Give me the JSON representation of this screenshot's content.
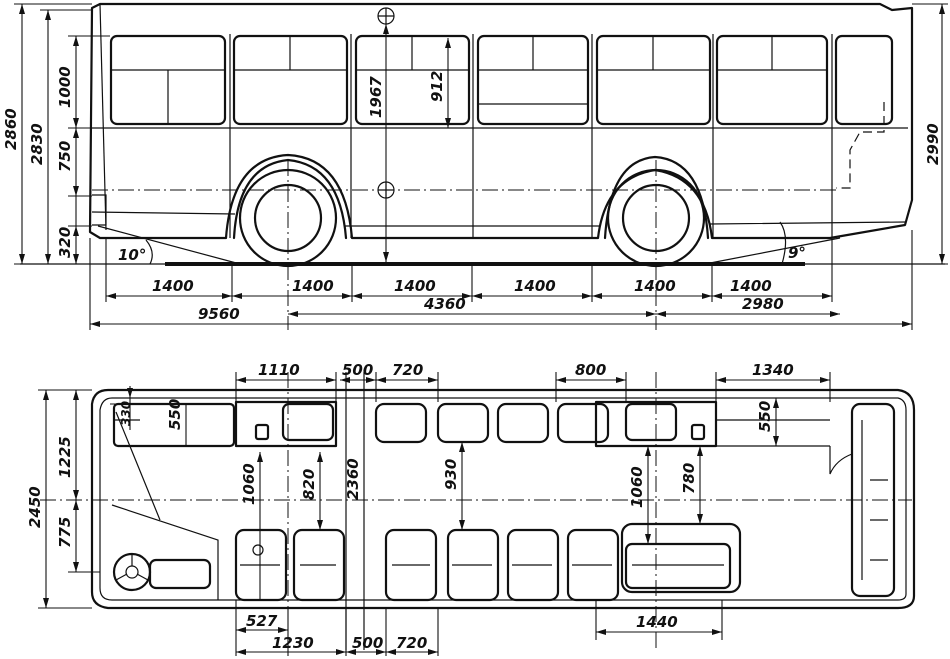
{
  "side_view": {
    "heights": {
      "total_roof": "2860",
      "to_roof_line": "2830",
      "window": "1000",
      "belt": "750",
      "floor_clearance": "320",
      "rear_height": "2990",
      "door_1": "1967",
      "door_2": "912"
    },
    "angles": {
      "front": "10°",
      "rear": "9°"
    },
    "lengths": {
      "seg_1": "1400",
      "seg_2": "1400",
      "seg_3": "1400",
      "seg_4": "1400",
      "seg_5": "1400",
      "seg_6": "1400",
      "overall": "9560",
      "wheelbase": "4360",
      "rear_overhang": "2980"
    }
  },
  "plan_view": {
    "top": {
      "door_front_width": "1110",
      "gap": "500",
      "seat_w1": "720",
      "door_mid_width": "800",
      "door_rear_width": "1340"
    },
    "left": {
      "total_width": "2450",
      "upper": "1225",
      "lower": "775",
      "driver_small": "330",
      "driver_box": "550"
    },
    "inner": {
      "d1": "1060",
      "d2": "820",
      "d3": "2360",
      "d4": "930",
      "d5": "1060",
      "d6": "780",
      "rear_box": "550"
    },
    "bottom": {
      "b1": "527",
      "b2": "1230",
      "b3": "500",
      "b4": "720",
      "b5": "1440"
    }
  }
}
